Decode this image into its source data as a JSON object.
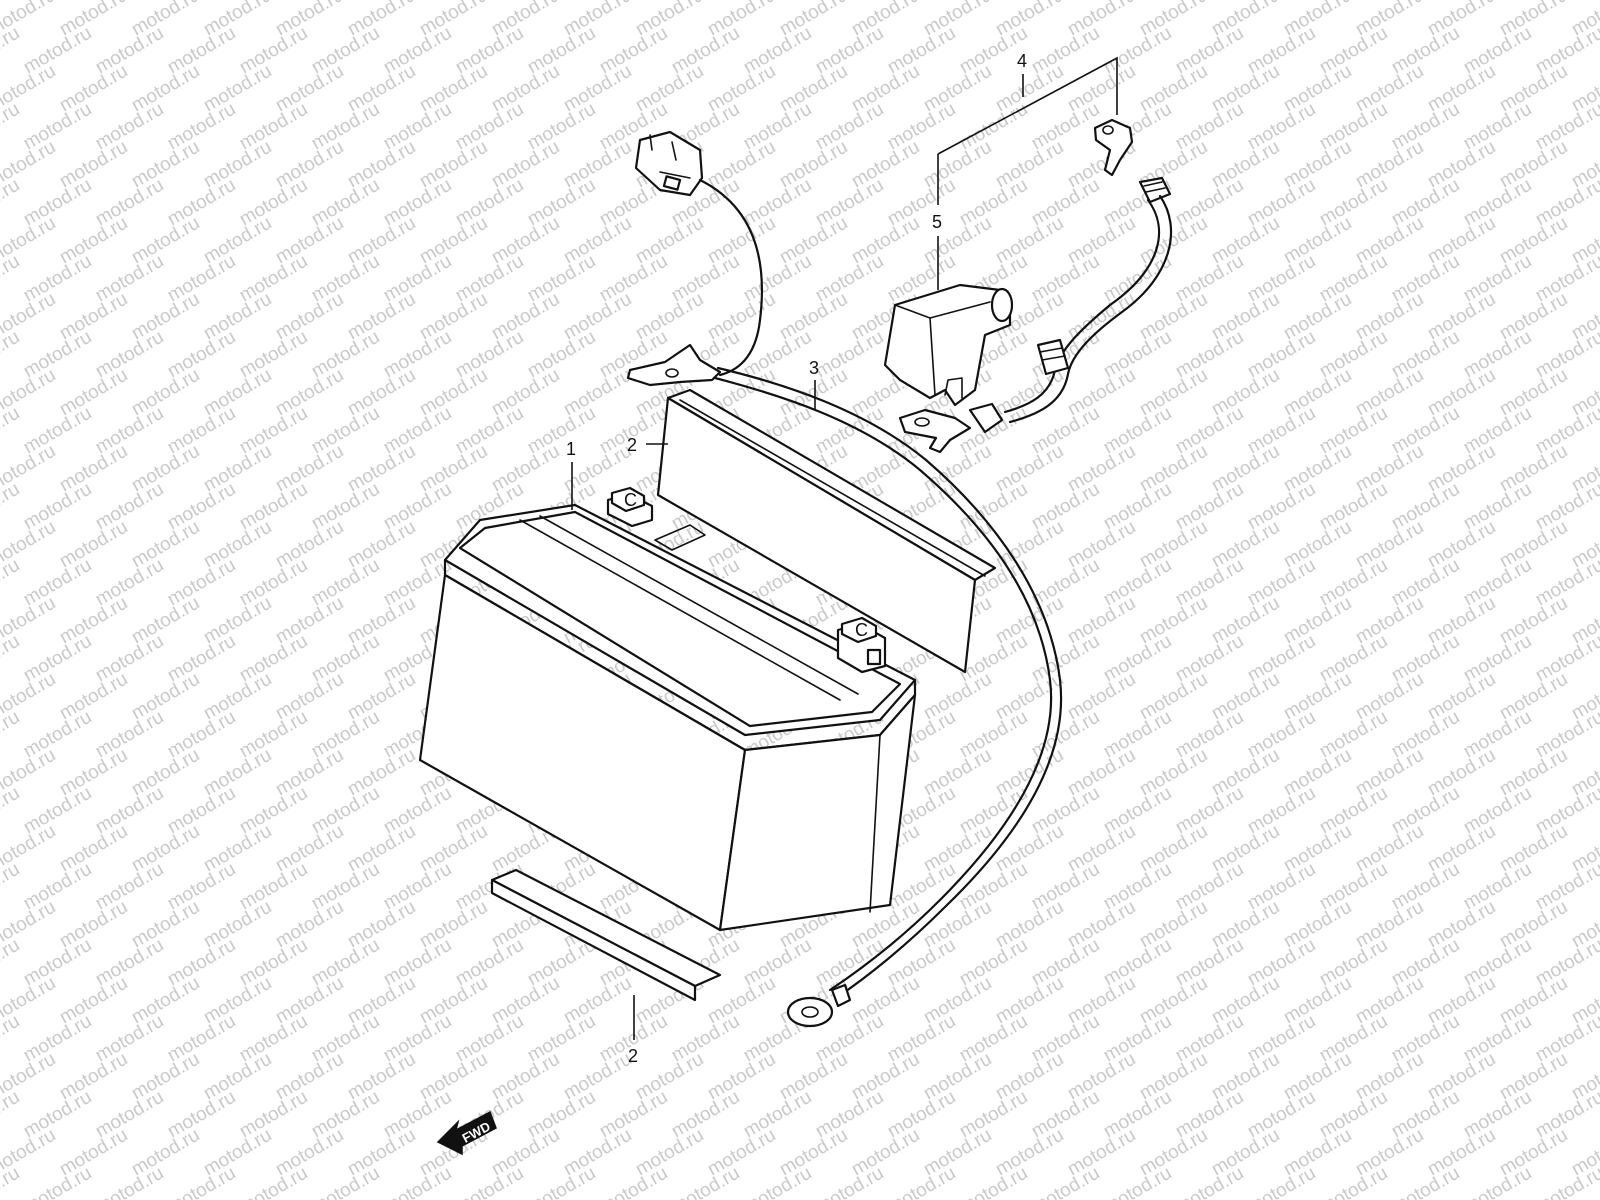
{
  "watermark": "motod.ru",
  "callouts": {
    "c1": "1",
    "c2_upper": "2",
    "c2_lower": "2",
    "c3": "3",
    "c4": "4",
    "c5": "5"
  },
  "battery_terminal_symbol": "C",
  "fwd_label": "FWD",
  "colors": {
    "line": "#111111",
    "watermark": "#c9c9c9",
    "background": "#ffffff"
  }
}
